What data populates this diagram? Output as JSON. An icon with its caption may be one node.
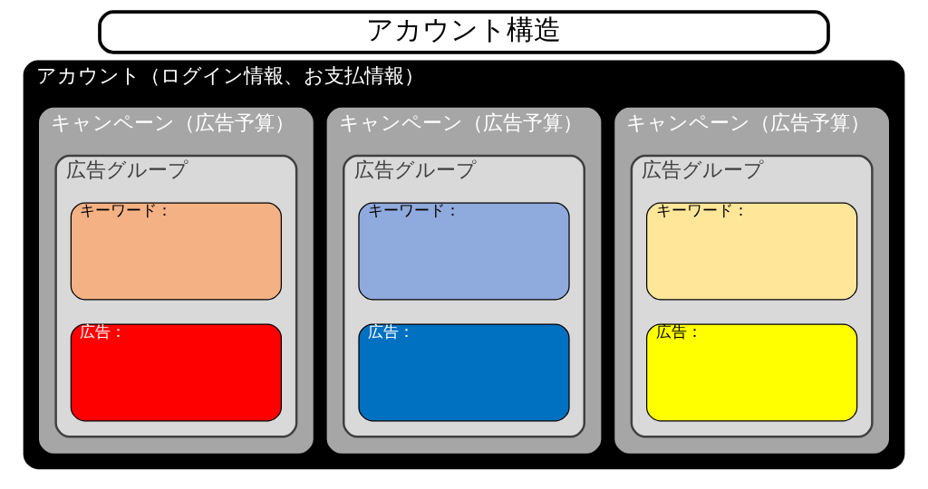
{
  "diagram": {
    "nodes": [
      {
        "text": [
          "アカウント構造"
        ]
      },
      {
        "text": [
          "アカウント（ログイン情報、お支払情報）"
        ]
      },
      {
        "text": [
          "キャンペーン（広告予算）"
        ],
        "in": 1
      },
      {
        "text": [
          "広告グループ"
        ],
        "in": 2
      },
      {
        "text": [
          "キーワード："
        ],
        "in": 3
      },
      {
        "text": [
          "広告："
        ],
        "in": 3
      },
      {
        "text": [
          "キャンペーン（広告予算）"
        ],
        "in": 1
      },
      {
        "text": [
          "広告グループ"
        ],
        "in": 6
      },
      {
        "text": [
          "キーワード："
        ],
        "in": 7
      },
      {
        "text": [
          "広告："
        ],
        "in": 7
      },
      {
        "text": [
          "キャンペーン（広告予算）"
        ],
        "in": 1
      },
      {
        "text": [
          "広告グループ"
        ],
        "in": 10
      },
      {
        "text": [
          "キーワード："
        ],
        "in": 11
      },
      {
        "text": [
          "広告："
        ],
        "in": 11
      }
    ],
    "edges": []
  }
}
